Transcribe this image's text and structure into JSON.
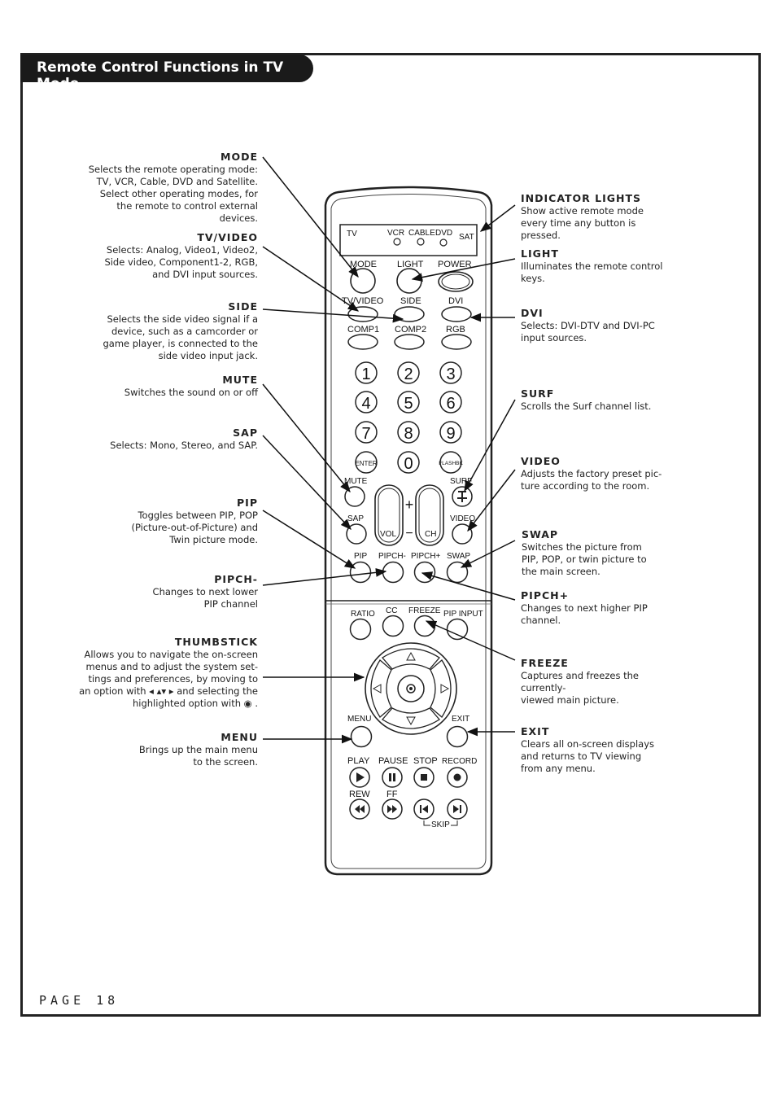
{
  "page": {
    "title": "Remote Control Functions in TV Mode",
    "page_number": "PAGE 18"
  },
  "left_labels": [
    {
      "id": "mode",
      "heading": "MODE",
      "body": "Selects the remote operating mode:\nTV, VCR, Cable, DVD and Satellite.\nSelect other operating modes, for\nthe remote to control external\ndevices."
    },
    {
      "id": "tvvideo",
      "heading": "TV/VIDEO",
      "body": "Selects: Analog, Video1, Video2,\nSide video, Component1-2, RGB,\nand DVI input sources."
    },
    {
      "id": "side",
      "heading": "SIDE",
      "body": "Selects the side video signal if a\ndevice, such as a camcorder or\ngame player, is connected to the\nside video input jack."
    },
    {
      "id": "mute",
      "heading": "MUTE",
      "body": "Switches the sound on or off"
    },
    {
      "id": "sap",
      "heading": "SAP",
      "body": "Selects: Mono, Stereo, and SAP."
    },
    {
      "id": "pip",
      "heading": "PIP",
      "body": "Toggles between PIP, POP\n(Picture-out-of-Picture) and\nTwin picture mode."
    },
    {
      "id": "pipch-minus",
      "heading": "PIPCH-",
      "body": "Changes to next lower\nPIP channel"
    },
    {
      "id": "thumbstick",
      "heading": "THUMBSTICK",
      "body": "Allows you to navigate the on-screen\nmenus and to adjust the system set-\ntings and preferences, by moving to\nan option with ◂ ▴▾ ▸ and selecting the\nhighlighted option with ◉ ."
    },
    {
      "id": "menu",
      "heading": "MENU",
      "body": "Brings up the main menu\nto the screen."
    }
  ],
  "right_labels": [
    {
      "id": "indicator",
      "heading": "INDICATOR LIGHTS",
      "body": "Show active remote mode\nevery time any button is\npressed."
    },
    {
      "id": "light",
      "heading": "LIGHT",
      "body": "Illuminates the remote control\nkeys."
    },
    {
      "id": "dvi",
      "heading": "DVI",
      "body": "Selects: DVI-DTV and DVI-PC\ninput sources."
    },
    {
      "id": "surf",
      "heading": "SURF",
      "body": "Scrolls the Surf channel list."
    },
    {
      "id": "video",
      "heading": "VIDEO",
      "body": "Adjusts the factory preset pic-\nture according to the room."
    },
    {
      "id": "swap",
      "heading": "SWAP",
      "body": "Switches the picture from\nPIP, POP, or twin picture to\nthe main screen."
    },
    {
      "id": "pipch-plus",
      "heading": "PIPCH+",
      "body": "Changes to next higher PIP\nchannel."
    },
    {
      "id": "freeze",
      "heading": "FREEZE",
      "body": "Captures and freezes the currently-\nviewed main picture."
    },
    {
      "id": "exit",
      "heading": "EXIT",
      "body": "Clears all on-screen displays\nand returns to TV viewing\nfrom any menu."
    }
  ],
  "remote": {
    "indicators": {
      "tv": "TV",
      "vcr": "VCR",
      "cable": "CABLE",
      "dvd": "DVD",
      "sat": "SAT"
    },
    "row1": {
      "mode": "MODE",
      "light": "LIGHT",
      "power": "POWER"
    },
    "row2": {
      "tvvideo": "TV/VIDEO",
      "side": "SIDE",
      "dvi": "DVI"
    },
    "row3": {
      "comp1": "COMP1",
      "comp2": "COMP2",
      "rgb": "RGB"
    },
    "digits": [
      "1",
      "2",
      "3",
      "4",
      "5",
      "6",
      "7",
      "8",
      "9"
    ],
    "enter": "ENTER",
    "zero": "0",
    "flashbk": "FLASHBK",
    "mute": "MUTE",
    "surf": "SURF",
    "sap": "SAP",
    "video": "VIDEO",
    "vol": "VOL",
    "ch": "CH",
    "plus": "+",
    "minus": "−",
    "pip_row": {
      "pip": "PIP",
      "pipch_minus": "PIPCH-",
      "pipch_plus": "PIPCH+",
      "swap": "SWAP"
    },
    "ratio_row": {
      "ratio": "RATIO",
      "cc": "CC",
      "freeze": "FREEZE",
      "pip_input": "PIP INPUT"
    },
    "menu": "MENU",
    "exit": "EXIT",
    "transport": {
      "play": "PLAY",
      "pause": "PAUSE",
      "stop": "STOP",
      "record": "RECORD"
    },
    "rew": "REW",
    "ff": "FF",
    "skip": "SKIP"
  }
}
